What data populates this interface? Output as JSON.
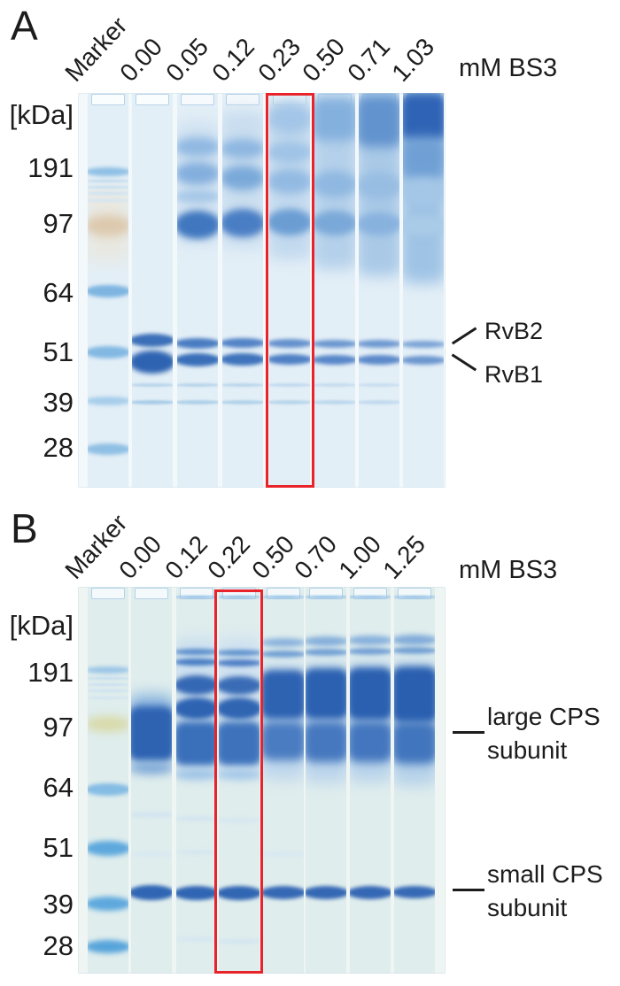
{
  "panels": [
    {
      "label": "A",
      "unit_label": "mM BS3",
      "kda_header": "[kDa]",
      "lane_labels": [
        "Marker",
        "0.00",
        "0.05",
        "0.12",
        "0.23",
        "0.50",
        "0.71",
        "1.03"
      ],
      "marker_weights": [
        "191",
        "97",
        "64",
        "51",
        "39",
        "28"
      ],
      "annotations": [
        "RvB2",
        "RvB1"
      ],
      "highlighted_lane": "0.23"
    },
    {
      "label": "B",
      "unit_label": "mM BS3",
      "kda_header": "[kDa]",
      "lane_labels": [
        "Marker",
        "0.00",
        "0.12",
        "0.22",
        "0.50",
        "0.70",
        "1.00",
        "1.25"
      ],
      "marker_weights": [
        "191",
        "97",
        "64",
        "51",
        "39",
        "28"
      ],
      "annotations": [
        {
          "line1": "large CPS",
          "line2": "subunit"
        },
        {
          "line1": "small CPS",
          "line2": "subunit"
        }
      ],
      "highlighted_lane": "0.22"
    }
  ],
  "colors": {
    "highlight_box": "#e8232a",
    "protein_band_blue": "#2e63b2",
    "marker_band_blue": "#7fb3dc",
    "marker_band_tan": "#dcc9ae",
    "marker_band_olive": "#d8daa9",
    "text": "#1c1c1c"
  }
}
